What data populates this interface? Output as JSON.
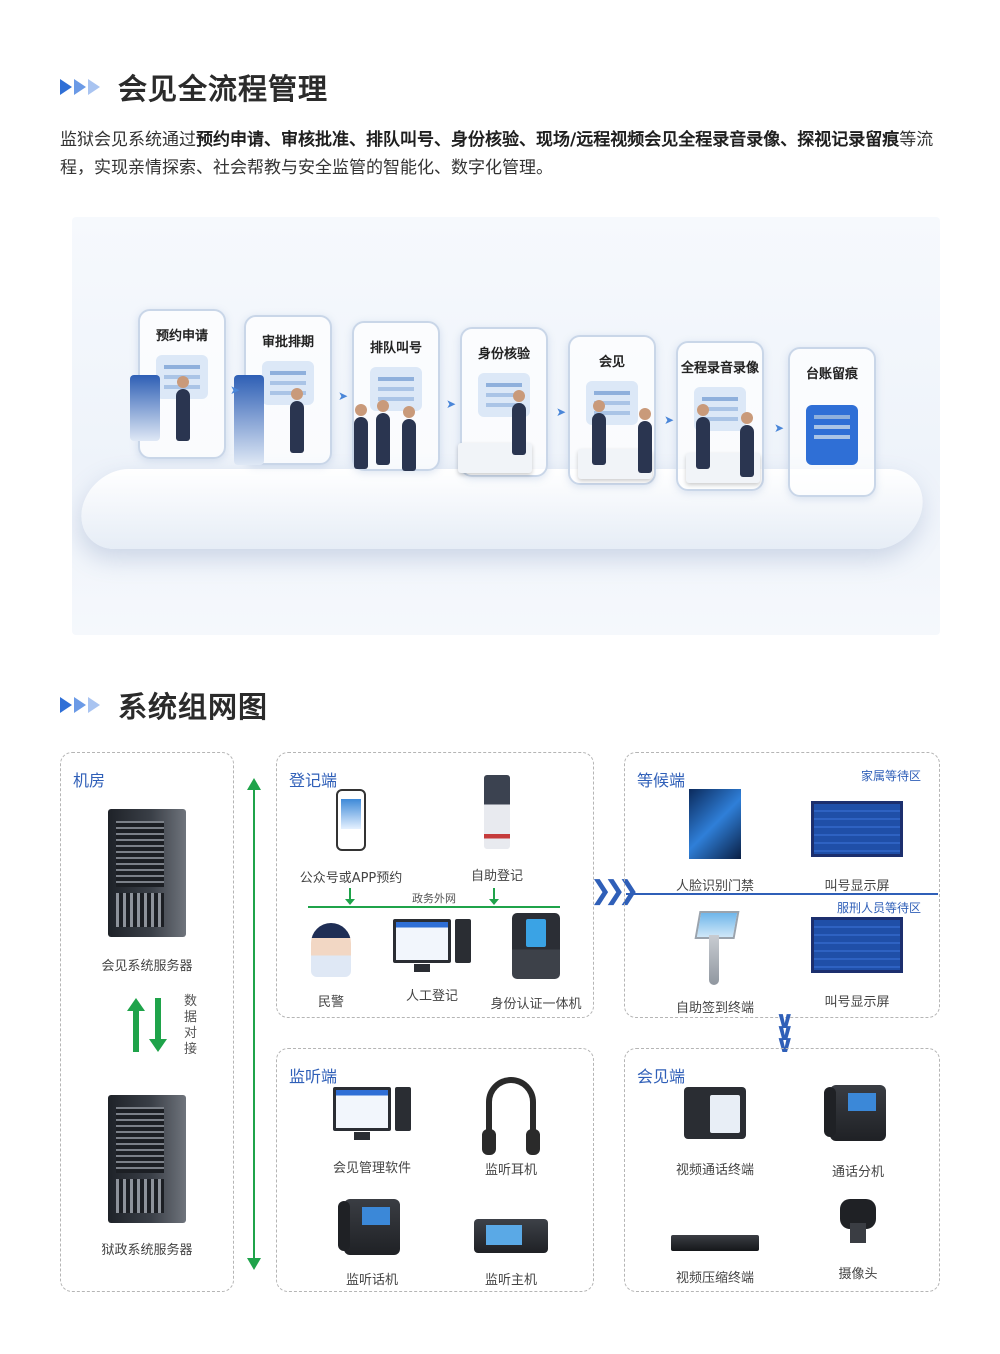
{
  "section1": {
    "title": "会见全流程管理",
    "intro": [
      {
        "text": "监狱会见系统通过",
        "bold": false
      },
      {
        "text": "预约申请、审核批准、排队叫号、身份核验、现场/远程视频会见全程录音录像、探视记录留痕",
        "bold": true
      },
      {
        "text": "等流程，实现亲情探索、社会帮教与安全监管的智能化、数字化管理。",
        "bold": false
      }
    ],
    "stages": [
      "预约申请",
      "审批排期",
      "排队叫号",
      "身份核验",
      "会见",
      "全程录音录像",
      "台账留痕"
    ]
  },
  "section2": {
    "title": "系统组网图",
    "machine_room": {
      "title": "机房",
      "server1": "会见系统服务器",
      "server2": "狱政系统服务器",
      "link_label": "数据对接"
    },
    "register": {
      "title": "登记端",
      "app": "公众号或APP预约",
      "self_register": "自助登记",
      "network": "政务外网",
      "police": "民警",
      "manual": "人工登记",
      "id_terminal": "身份认证一体机"
    },
    "waiting": {
      "title": "等候端",
      "family_area": "家属等待区",
      "face_gate": "人脸识别门禁",
      "call_screen1": "叫号显示屏",
      "inmate_area": "服刑人员等待区",
      "signin_terminal": "自助签到终端",
      "call_screen2": "叫号显示屏"
    },
    "monitor": {
      "title": "监听端",
      "software": "会见管理软件",
      "headset": "监听耳机",
      "phone": "监听话机",
      "host": "监听主机"
    },
    "meeting": {
      "title": "会见端",
      "video_terminal": "视频通话终端",
      "extension": "通话分机",
      "encoder": "视频压缩终端",
      "camera": "摄像头"
    }
  },
  "colors": {
    "accent": "#2f5fb8",
    "green": "#1fa34a"
  }
}
